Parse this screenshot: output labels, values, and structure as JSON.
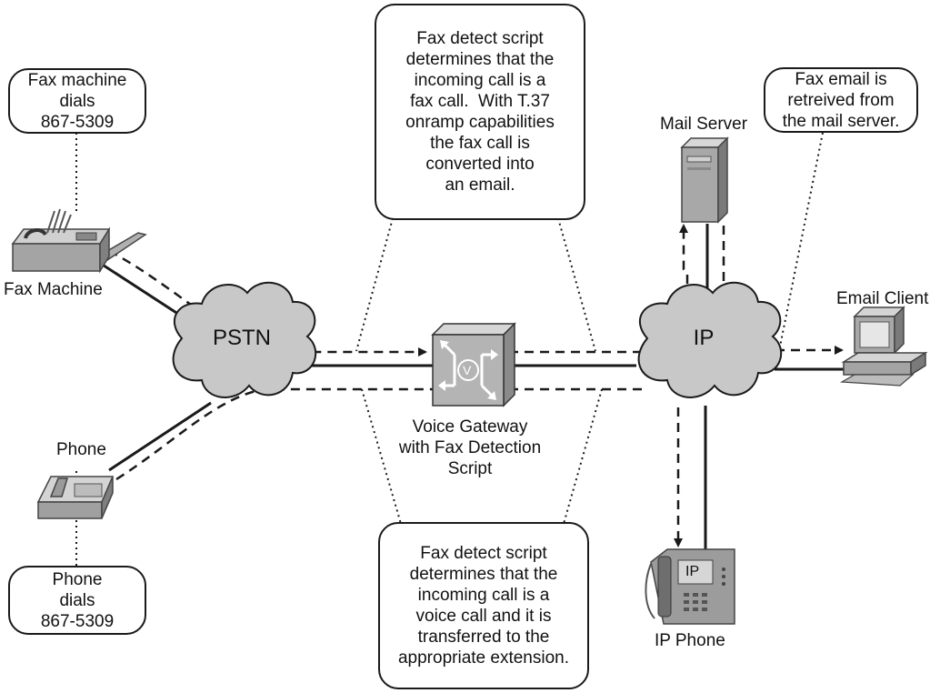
{
  "callouts": {
    "fax_dials": [
      "Fax machine",
      "dials",
      "867-5309"
    ],
    "fax_detect": [
      "Fax detect script",
      "determines that the",
      "incoming call is a",
      "fax call.  With T.37",
      "onramp capabilities",
      "the fax call is",
      "converted into",
      "an email."
    ],
    "email_retrieved": [
      "Fax email is",
      "retreived from",
      "the mail server."
    ],
    "phone_dials": [
      "Phone",
      "dials",
      "867-5309"
    ],
    "voice_detect": [
      "Fax detect script",
      "determines that the",
      "incoming call is a",
      "voice call and it is",
      "transferred to the",
      "appropriate extension."
    ]
  },
  "devices": {
    "fax_machine": "Fax Machine",
    "phone": "Phone",
    "mail_server": "Mail Server",
    "email_client": "Email Client",
    "ip_phone": "IP Phone",
    "ip_phone_screen": "IP",
    "voice_gateway": [
      "Voice Gateway",
      "with Fax Detection",
      "Script"
    ],
    "gateway_badge": "V"
  },
  "clouds": {
    "pstn": "PSTN",
    "ip": "IP"
  },
  "colors": {
    "line": "#1a1a1a",
    "cloud_fill": "#c8c8c8",
    "device_fill": "#b8b8b8",
    "device_dark": "#7a7a7a"
  }
}
